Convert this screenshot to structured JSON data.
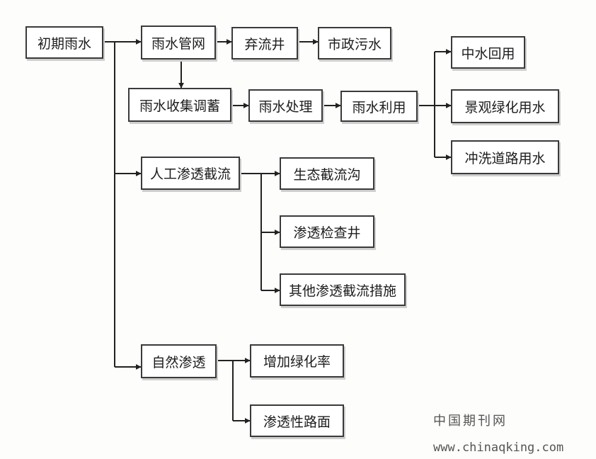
{
  "nodes": {
    "n1": "初期雨水",
    "n2": "雨水管网",
    "n3": "弃流井",
    "n4": "市政污水",
    "n5": "雨水收集调蓄",
    "n6": "雨水处理",
    "n7": "雨水利用",
    "n8": "中水回用",
    "n9": "景观绿化用水",
    "n10": "冲洗道路用水",
    "n11": "人工渗透截流",
    "n12": "生态截流沟",
    "n13": "渗透检查井",
    "n14": "其他渗透截流措施",
    "n15": "自然渗透",
    "n16": "增加绿化率",
    "n17": "渗透性路面"
  },
  "watermark": {
    "name": "中国期刊网",
    "url": "www.chinaqking.com"
  }
}
